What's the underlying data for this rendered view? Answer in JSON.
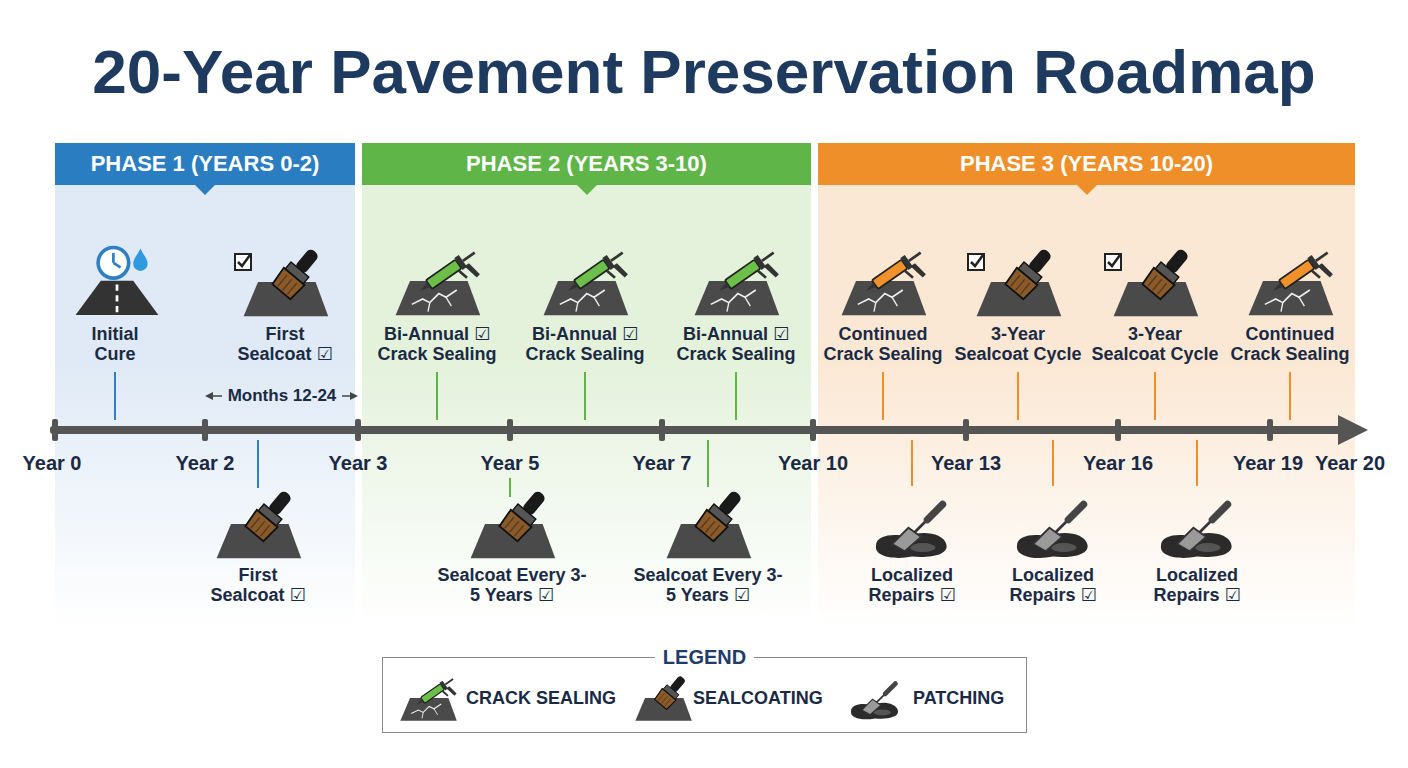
{
  "diagram": {
    "title": "20-Year Pavement Preservation Roadmap",
    "nodes": [
      {
        "text": [
          "PHASE 1 (YEARS 0-2)"
        ]
      },
      {
        "text": [
          "PHASE 2 (YEARS 3-10)"
        ]
      },
      {
        "text": [
          "PHASE 3 (YEARS 10-20)"
        ]
      },
      {
        "text": [
          "LEGEND"
        ]
      }
    ],
    "labels": [
      "Initial Cure",
      "First Sealcoat ☑",
      "Bi-Annual ☑ Crack Sealing",
      "Bi-Annual ☑ Crack Sealing",
      "Bi-Annual ☑ Crack Sealing",
      "Continued Crack Sealing",
      "3-Year Sealcoat Cycle",
      "3-Year Sealcoat Cycle",
      "Continued Crack Sealing",
      "Months 12-24",
      "Year 0",
      "Year 2",
      "Year 3",
      "Year 5",
      "Year 7",
      "Year 10",
      "Year 13",
      "Year 16",
      "Year 19",
      "Year 20",
      "First Sealcoat ☑",
      "Sealcoat Every 3-5 Years ☑",
      "Sealcoat Every 3-5 Years ☑",
      "Localized Repairs ☑",
      "Localized Repairs ☑",
      "Localized Repairs ☑"
    ],
    "legend": [
      {
        "text": "CRACK SEALING"
      },
      {
        "text": "SEALCOATING"
      },
      {
        "text": "PATCHING"
      }
    ]
  }
}
